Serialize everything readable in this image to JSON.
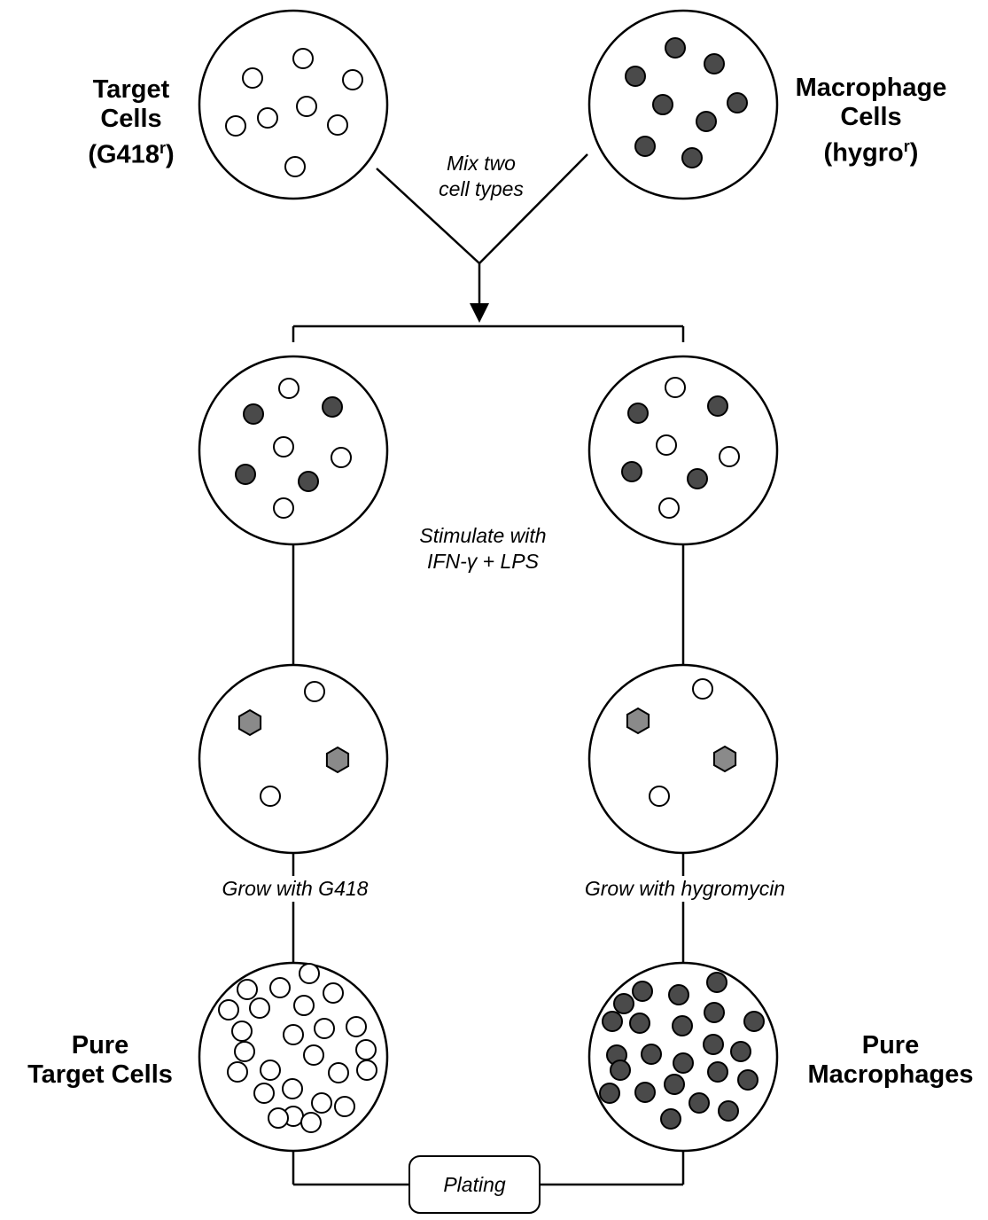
{
  "labels": {
    "target_l1": "Target",
    "target_l2": "Cells",
    "target_l3_main": "(G418",
    "target_l3_sup": "r",
    "target_l3_end": ")",
    "macro_l1": "Macrophage",
    "macro_l2": "Cells",
    "macro_l3_main": "(hygro",
    "macro_l3_sup": "r",
    "macro_l3_end": ")",
    "pure_target_l1": "Pure",
    "pure_target_l2": "Target Cells",
    "pure_macro_l1": "Pure",
    "pure_macro_l2": "Macrophages"
  },
  "captions": {
    "mix_l1": "Mix two",
    "mix_l2": "cell types",
    "stim_l1": "Stimulate with",
    "stim_l2": "IFN-γ + LPS",
    "grow_g418": "Grow with G418",
    "grow_hygro": "Grow with hygromycin",
    "plating": "Plating"
  },
  "legend": {
    "target_cell": "open circle",
    "macrophage_cell": "dark filled circle",
    "activated_macrophage": "grey hexagon"
  },
  "colors": {
    "line": "#000000",
    "macrophage_fill": "#4a4a4a",
    "activated_fill": "#8a8a8a",
    "target_fill": "#ffffff"
  }
}
